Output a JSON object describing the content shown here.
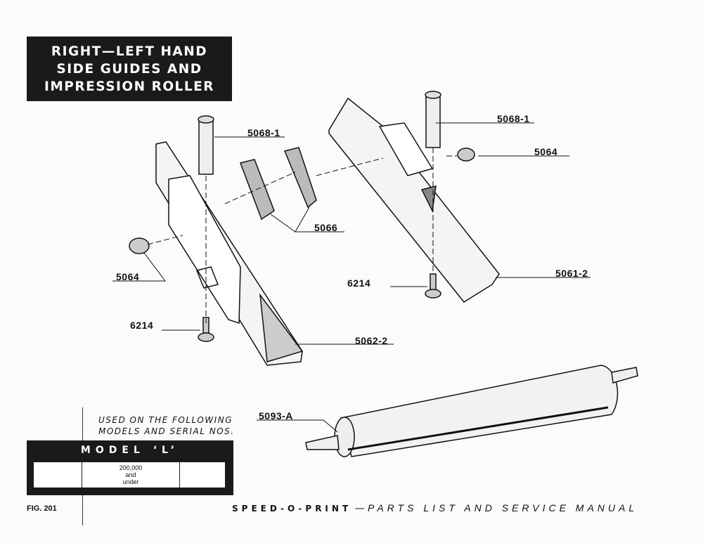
{
  "title": [
    "RIGHT—LEFT HAND",
    "SIDE GUIDES AND",
    "IMPRESSION ROLLER"
  ],
  "part_labels": {
    "pin_left": "5068-1",
    "pin_right": "5068-1",
    "knob_right": "5064",
    "pads": "5066",
    "knob_left": "5064",
    "screw_right": "6214",
    "guide_right": "5061-2",
    "screw_left": "6214",
    "guide_left": "5062-2",
    "roller": "5093-A"
  },
  "used_on": [
    "USED ON THE FOLLOWING",
    "MODELS AND SERIAL NOS."
  ],
  "model": {
    "title": "MODEL ‘L’",
    "cells": [
      "",
      "200,000",
      "and",
      "under",
      ""
    ]
  },
  "figure": "FIG. 201",
  "footer": {
    "brand": "SPEED-O-PRINT",
    "dash": " — ",
    "manual": "PARTS LIST AND SERVICE MANUAL"
  }
}
